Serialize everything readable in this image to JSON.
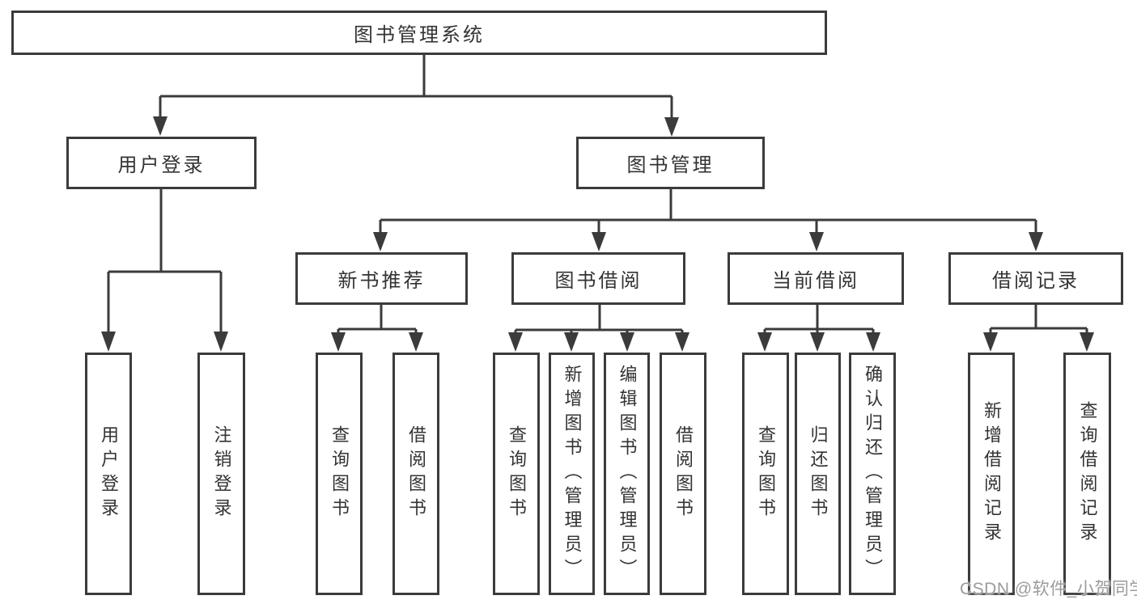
{
  "colors": {
    "line": "#3b3b3b",
    "text": "#333333",
    "background": "#ffffff",
    "watermark": "#9b9b9b"
  },
  "diagram": {
    "root": {
      "label": "图书管理系统"
    },
    "level1": [
      {
        "label": "用户登录"
      },
      {
        "label": "图书管理"
      }
    ],
    "level2": [
      {
        "label": "新书推荐"
      },
      {
        "label": "图书借阅"
      },
      {
        "label": "当前借阅"
      },
      {
        "label": "借阅记录"
      }
    ],
    "leaves": {
      "login": [
        "用户登录",
        "注销登录"
      ],
      "recommend": [
        "查询图书",
        "借阅图书"
      ],
      "borrow": [
        "查询图书",
        "新增图书（管理员）",
        "编辑图书（管理员）",
        "借阅图书"
      ],
      "current": [
        "查询图书",
        "归还图书",
        "确认归还（管理员）"
      ],
      "records": [
        "新增借阅记录",
        "查询借阅记录"
      ]
    }
  },
  "watermark": {
    "text": "CSDN @软件_小贺同学"
  }
}
